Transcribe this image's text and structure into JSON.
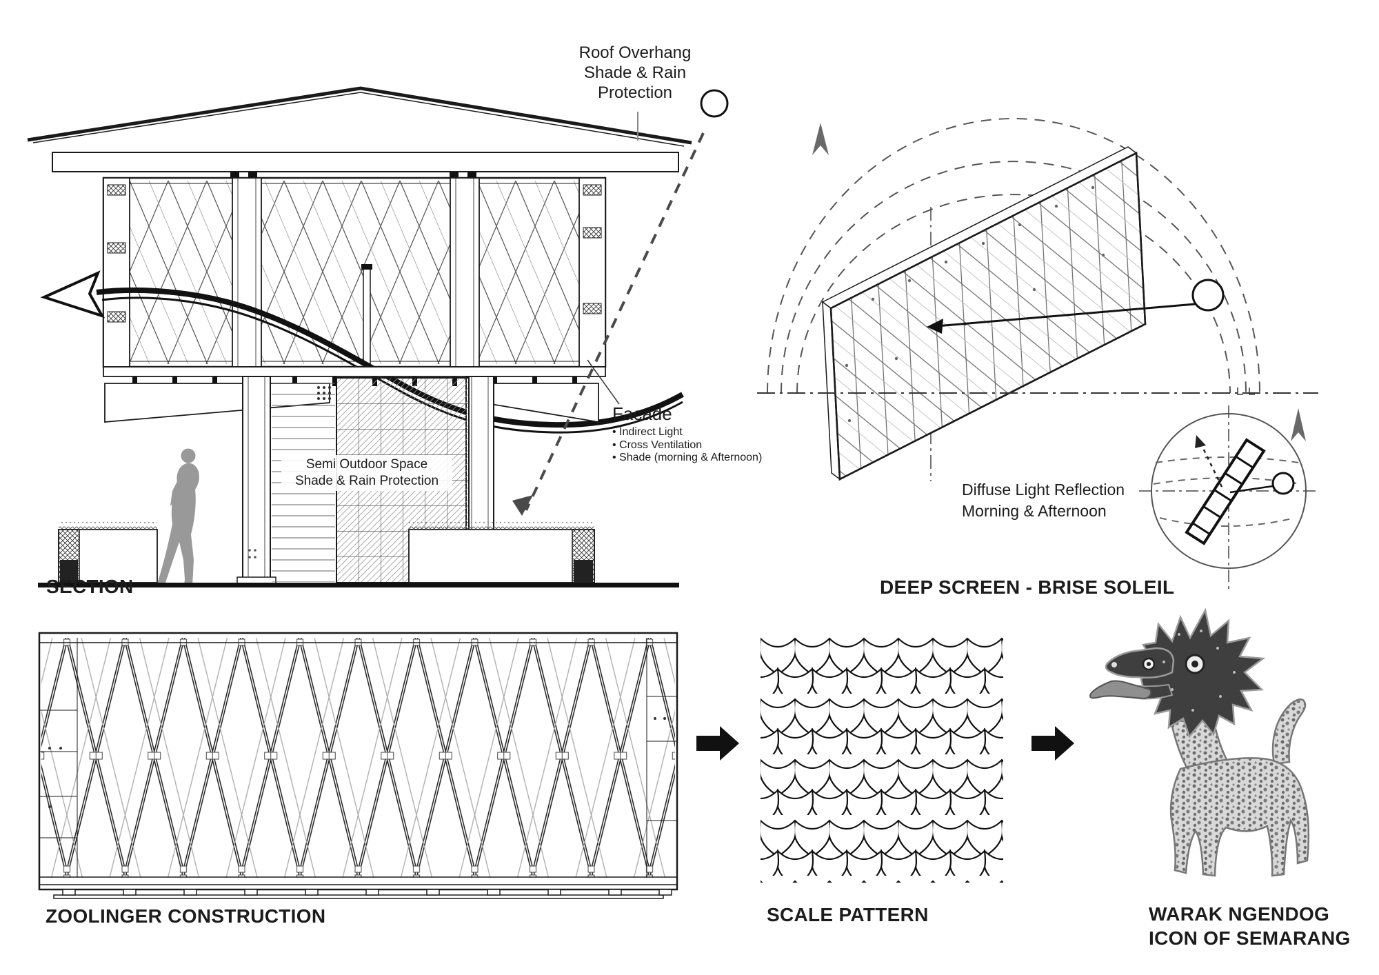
{
  "labels": {
    "section_title": "SECTION",
    "deep_screen_title": "DEEP SCREEN - BRISE SOLEIL",
    "zoolinger_title": "ZOOLINGER CONSTRUCTION",
    "scale_title": "SCALE PATTERN",
    "warak_title_line1": "WARAK NGENDOG",
    "warak_title_line2": "ICON OF SEMARANG"
  },
  "section": {
    "roof_note": {
      "line1": "Roof Overhang",
      "line2": "Shade & Rain",
      "line3": "Protection"
    },
    "facade_note": {
      "title": "Facade",
      "bullet1": "• Indirect Light",
      "bullet2": "• Cross Ventilation",
      "bullet3": "• Shade (morning & Afternoon)"
    },
    "space_note": {
      "line1": "Semi Outdoor Space",
      "line2": "Shade & Rain Protection"
    }
  },
  "deep_screen": {
    "note": {
      "line1": "Diffuse Light Reflection",
      "line2": "Morning & Afternoon"
    }
  },
  "colors": {
    "ink": "#1a1a1a",
    "mid_gray": "#555555",
    "figure_gray": "#9a9a9a",
    "head_dark": "#3f3f3f"
  }
}
